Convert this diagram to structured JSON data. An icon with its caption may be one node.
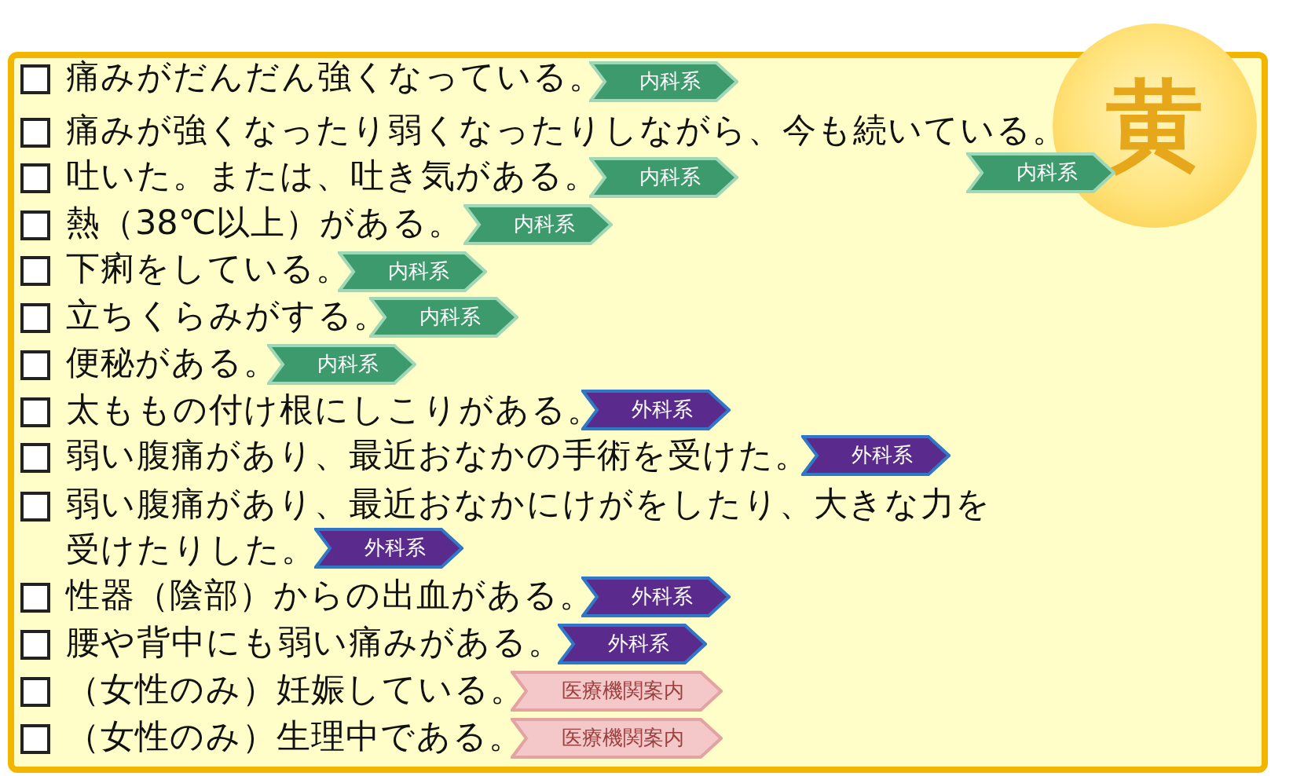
{
  "diagram": {
    "nodes": [
      {
        "text": [],
        "shape": "box"
      },
      {
        "text": [
          "黄"
        ]
      },
      {
        "text": [
          "内科系"
        ],
        "in": 0
      },
      {
        "text": [
          "内科系"
        ],
        "in": 0
      },
      {
        "text": [
          "内科系"
        ],
        "in": 0
      },
      {
        "text": [
          "内科系"
        ],
        "in": 0
      },
      {
        "text": [
          "内科系"
        ],
        "in": 0
      },
      {
        "text": [
          "内科系"
        ],
        "in": 0
      },
      {
        "text": [
          "内科系"
        ],
        "in": 0
      },
      {
        "text": [
          "外科系"
        ],
        "in": 0
      },
      {
        "text": [
          "外科系"
        ],
        "in": 0
      },
      {
        "text": [
          "外科系"
        ],
        "in": 0
      },
      {
        "text": [
          "外科系"
        ],
        "in": 0
      },
      {
        "text": [
          "外科系"
        ],
        "in": 0
      },
      {
        "text": [
          "医療機関案内"
        ],
        "in": 0
      },
      {
        "text": [
          "医療機関案内"
        ],
        "in": 0
      }
    ],
    "edges": [],
    "labels": [
      "痛みがだんだん強くなっている。",
      "痛みが強くなったり弱くなったりしながら、今も続いている。",
      "吐いた。または、吐き気がある。",
      "熱（38℃以上）がある。",
      "下痢をしている。",
      "立ちくらみがする。",
      "便秘がある。",
      "太ももの付け根にしこりがある。",
      "弱い腹痛があり、最近おなかの手術を受けた。",
      "弱い腹痛があり、最近おなかにけがをしたり、大きな力を受けたりした。",
      "性器（陰部）からの出血がある。",
      "腰や背中にも弱い痛みがある。",
      "（女性のみ）妊娠している。",
      "（女性のみ）生理中である。"
    ]
  }
}
